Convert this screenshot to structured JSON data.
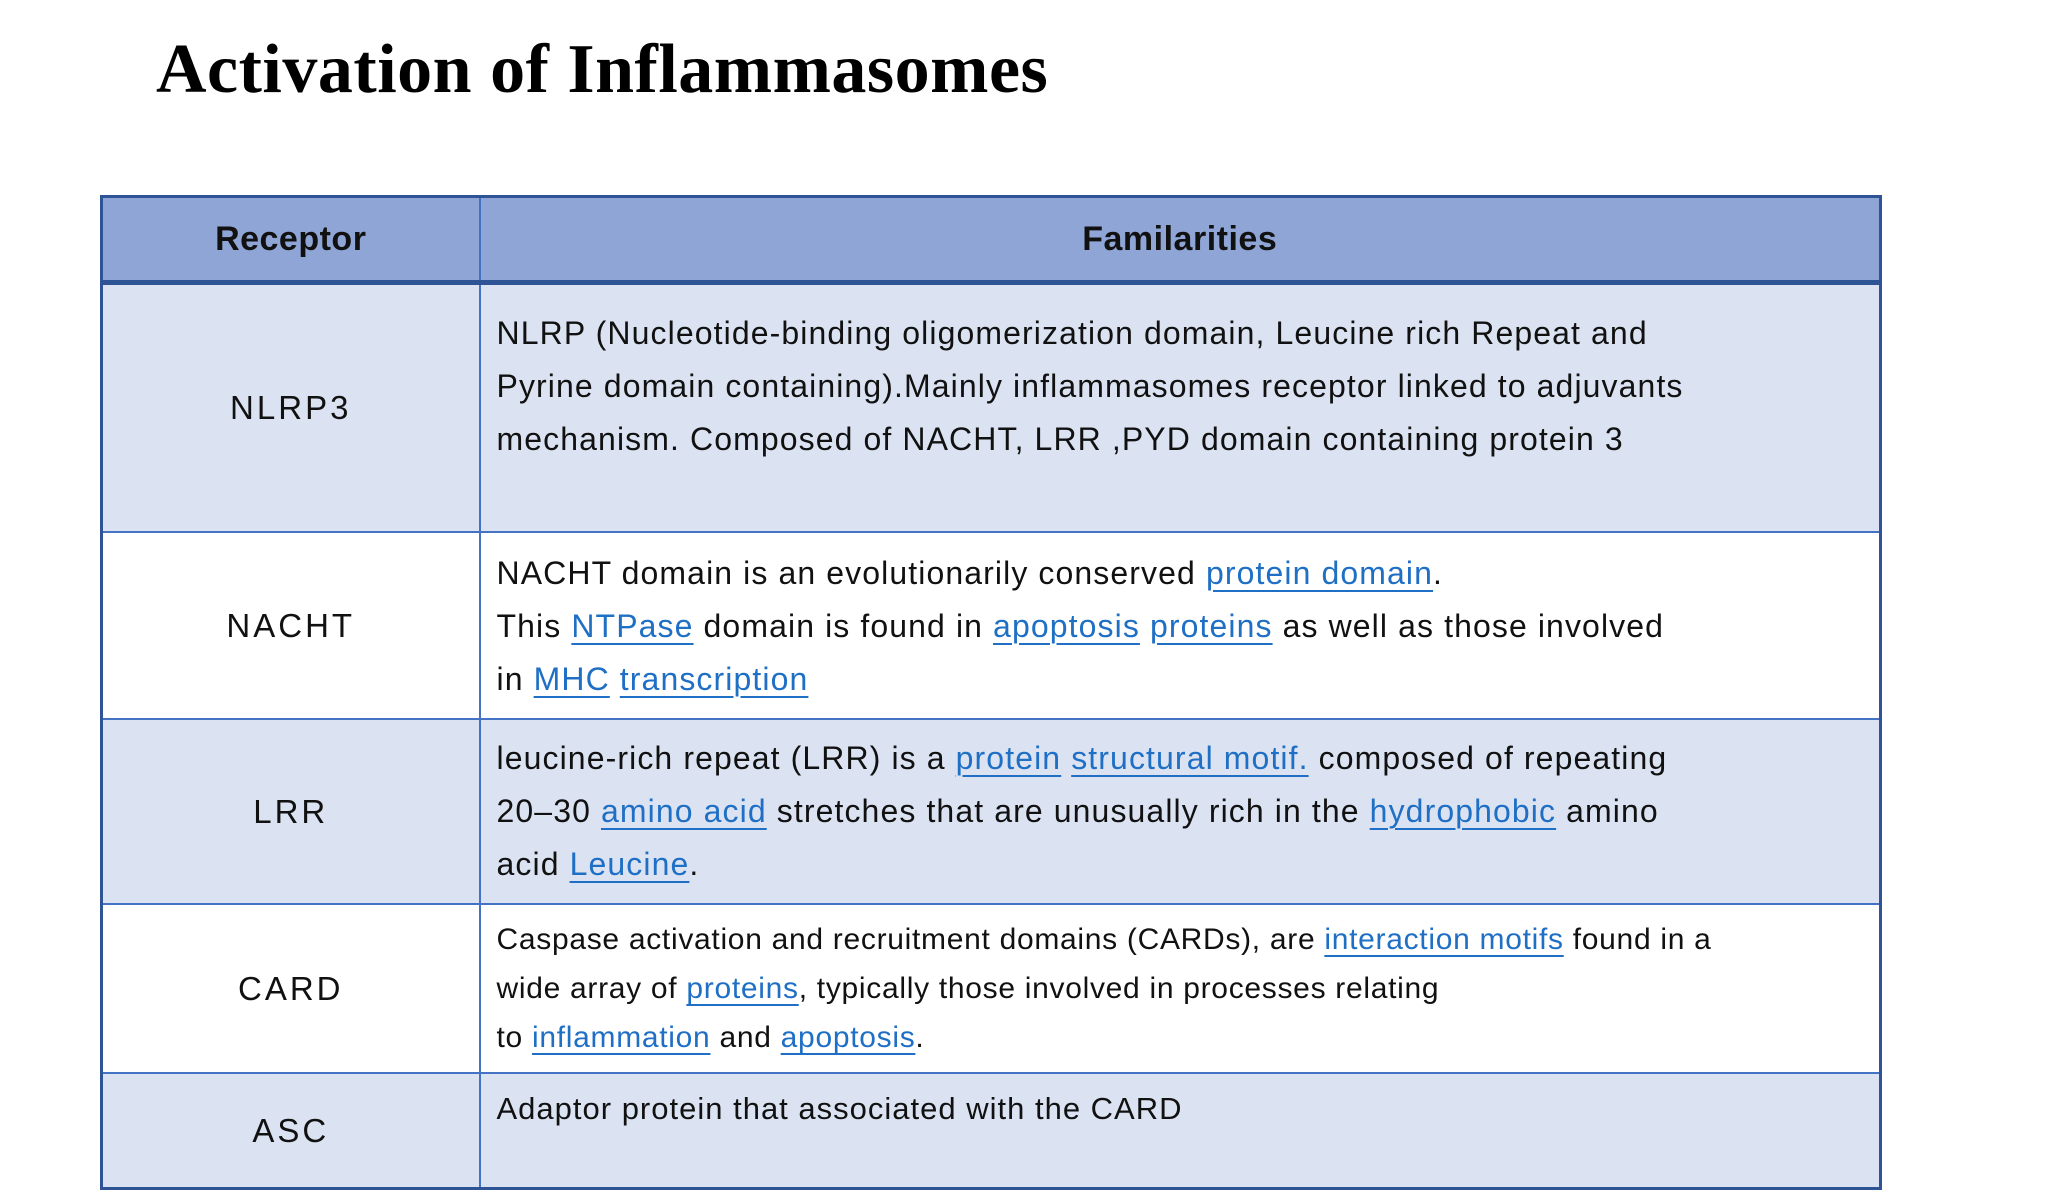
{
  "slide": {
    "title": "Activation of Inflammasomes"
  },
  "colors": {
    "header_fill": "#8ea5d5",
    "band_fill": "#dbe3f2",
    "white_fill": "#ffffff",
    "border": "#4472c4",
    "border_dark": "#2f5496",
    "link": "#1f6fc5"
  },
  "table": {
    "headers": [
      "Receptor",
      "Familarities"
    ],
    "rows": [
      {
        "receptor": "NLRP3",
        "shaded": true,
        "size": "lg",
        "lines": [
          [
            {
              "t": "NLRP (Nucleotide-binding oligomerization domain, Leucine rich Repeat and"
            }
          ],
          [
            {
              "t": "Pyrine domain containing).Mainly inflammasomes receptor linked to adjuvants"
            }
          ],
          [
            {
              "t": "mechanism. Composed of NACHT, LRR ,PYD domain containing protein 3"
            }
          ]
        ]
      },
      {
        "receptor": "NACHT",
        "shaded": false,
        "size": "lg",
        "lines": [
          [
            {
              "t": "NACHT domain is an evolutionarily conserved "
            },
            {
              "t": "protein domain",
              "link": true
            },
            {
              "t": "."
            }
          ],
          [
            {
              "t": "This "
            },
            {
              "t": "NTPase",
              "link": true
            },
            {
              "t": " domain is found in "
            },
            {
              "t": "apoptosis",
              "link": true
            },
            {
              "t": " "
            },
            {
              "t": "proteins",
              "link": true
            },
            {
              "t": " as well as those involved"
            }
          ],
          [
            {
              "t": "in "
            },
            {
              "t": "MHC",
              "link": true
            },
            {
              "t": " "
            },
            {
              "t": "transcription",
              "link": true
            }
          ]
        ]
      },
      {
        "receptor": "LRR",
        "shaded": true,
        "size": "lg",
        "lines": [
          [
            {
              "t": "leucine-rich repeat (LRR) is a "
            },
            {
              "t": "protein",
              "link": true
            },
            {
              "t": " "
            },
            {
              "t": "structural motif.",
              "link": true
            },
            {
              "t": " composed of repeating"
            }
          ],
          [
            {
              "t": "20–30 "
            },
            {
              "t": "amino acid",
              "link": true
            },
            {
              "t": " stretches that are unusually rich in the "
            },
            {
              "t": "hydrophobic",
              "link": true
            },
            {
              "t": " amino"
            }
          ],
          [
            {
              "t": "acid "
            },
            {
              "t": "Leucine",
              "link": true
            },
            {
              "t": "."
            }
          ]
        ]
      },
      {
        "receptor": "CARD",
        "shaded": false,
        "size": "sm",
        "lines": [
          [
            {
              "t": "Caspase activation and recruitment domains (CARDs), are "
            },
            {
              "t": "interaction motifs",
              "link": true
            },
            {
              "t": " found in a"
            }
          ],
          [
            {
              "t": "wide array of "
            },
            {
              "t": "proteins",
              "link": true
            },
            {
              "t": ", typically those involved in processes relating"
            }
          ],
          [
            {
              "t": "to "
            },
            {
              "t": "inflammation",
              "link": true
            },
            {
              "t": " and "
            },
            {
              "t": "apoptosis",
              "link": true
            },
            {
              "t": "."
            }
          ]
        ]
      },
      {
        "receptor": "ASC",
        "shaded": true,
        "size": "md",
        "lines": [
          [
            {
              "t": "Adaptor protein that associated with the CARD"
            }
          ]
        ]
      }
    ]
  }
}
